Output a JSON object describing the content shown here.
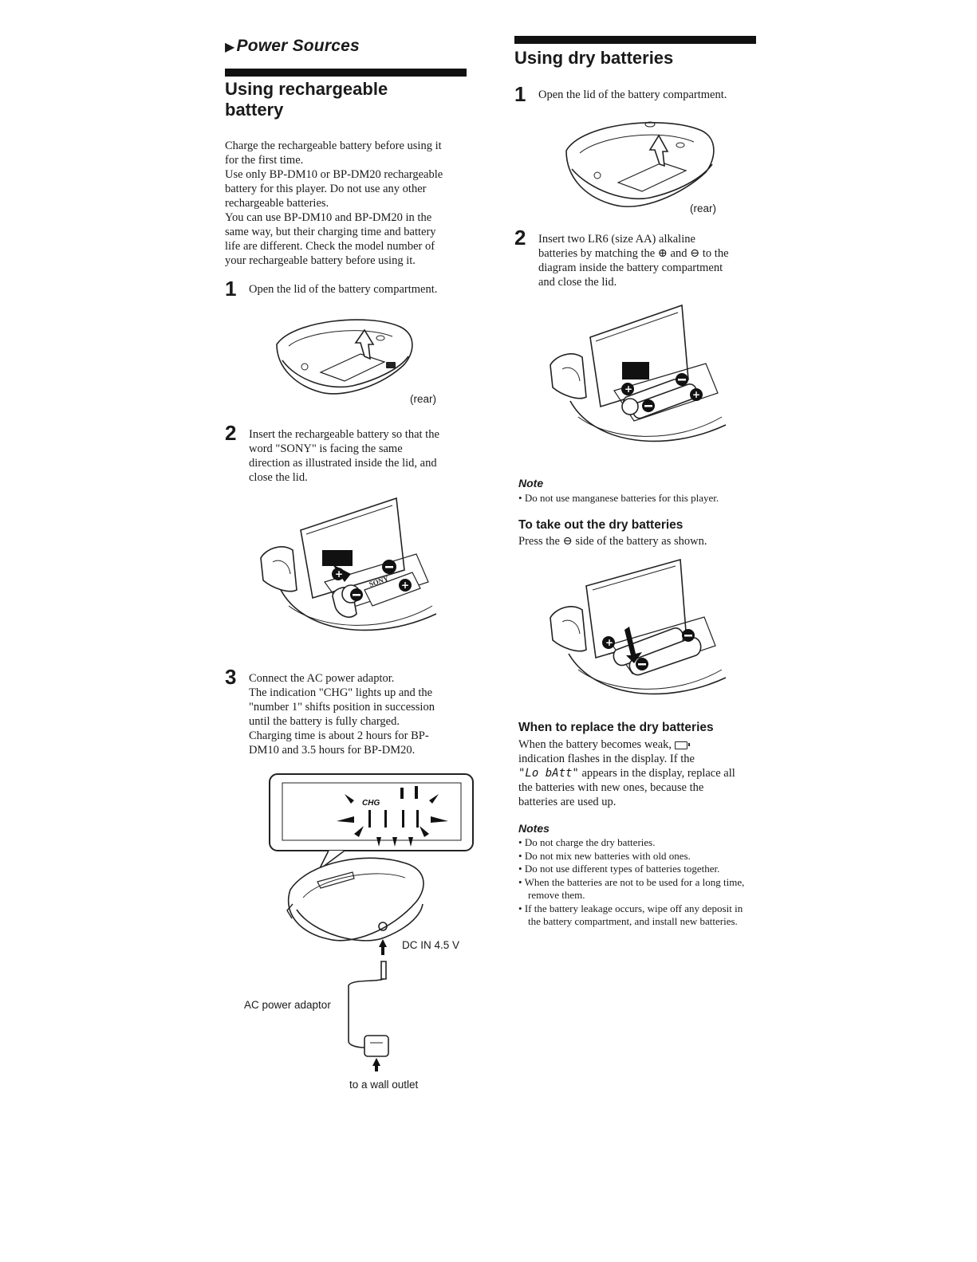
{
  "section_label": "Power Sources",
  "left": {
    "title_line1": "Using rechargeable",
    "title_line2": "battery",
    "intro_lines": [
      "Charge the rechargeable battery before using it",
      "for the first time.",
      "Use only BP-DM10 or BP-DM20 rechargeable",
      "battery for this player. Do not use any other",
      "rechargeable batteries.",
      "You can use BP-DM10 and BP-DM20 in the",
      "same way, but their charging time and battery",
      "life are different. Check the model number of",
      "your rechargeable battery before using it."
    ],
    "step1": {
      "num": "1",
      "text": "Open the lid of the battery compartment."
    },
    "rear_label": "(rear)",
    "step2": {
      "num": "2",
      "lines": [
        "Insert the rechargeable battery so that the",
        "word \"SONY\" is facing the same",
        "direction as illustrated inside the lid, and",
        "close the lid."
      ]
    },
    "battery_brand": "SONY",
    "step3": {
      "num": "3",
      "lines": [
        "Connect the AC power adaptor.",
        "The indication \"CHG\" lights up and the",
        "\"number 1\" shifts position in succession",
        "until the battery is fully charged.",
        "Charging time is about 2 hours for BP-",
        "DM10 and 3.5 hours for BP-DM20."
      ]
    },
    "display_text": "CHG",
    "dc_in_label": "DC IN 4.5 V",
    "ac_adaptor_label": "AC power adaptor",
    "wall_outlet_label": "to a wall outlet"
  },
  "right": {
    "title": "Using dry batteries",
    "step1": {
      "num": "1",
      "text": "Open the lid of the battery compartment."
    },
    "rear_label": "(rear)",
    "step2": {
      "num": "2",
      "lines": [
        "Insert two LR6 (size AA) alkaline",
        "batteries by matching the ⊕ and ⊖ to the",
        "diagram inside the battery compartment",
        "and close the lid."
      ]
    },
    "note_heading": "Note",
    "note_text": "Do not use manganese batteries for this player.",
    "takeout_heading": "To take out the dry batteries",
    "takeout_text": "Press the ⊖ side of the battery as shown.",
    "replace_heading": "When to replace the dry batteries",
    "replace_line1": "When the battery becomes weak,",
    "replace_line2": "indication flashes in the display. If the",
    "replace_lo": "\"Lo  bAtt\"",
    "replace_line3_tail": " appears in the display, replace all",
    "replace_line4": "the batteries with new ones, because the",
    "replace_line5": "batteries are used up.",
    "notes_heading": "Notes",
    "notes": [
      "Do not charge the dry batteries.",
      "Do not mix new batteries with old ones.",
      "Do not use different types of batteries together.",
      "When the batteries are not to be used for a long time, remove them.",
      "If the battery leakage occurs, wipe off any deposit in the battery compartment, and install new batteries."
    ]
  }
}
